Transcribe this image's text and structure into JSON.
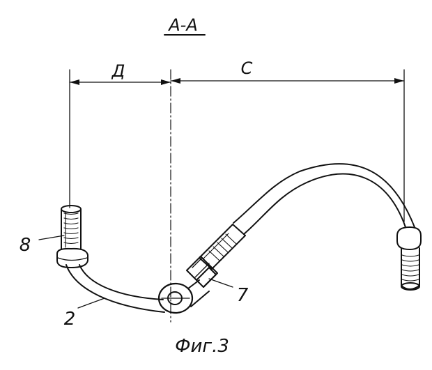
{
  "section_title": "А-А",
  "dimensions": {
    "left": "Д",
    "right": "С"
  },
  "callouts": {
    "end_fitting": "8",
    "hose": "2",
    "coupling": "7"
  },
  "caption": "Фиг.3"
}
